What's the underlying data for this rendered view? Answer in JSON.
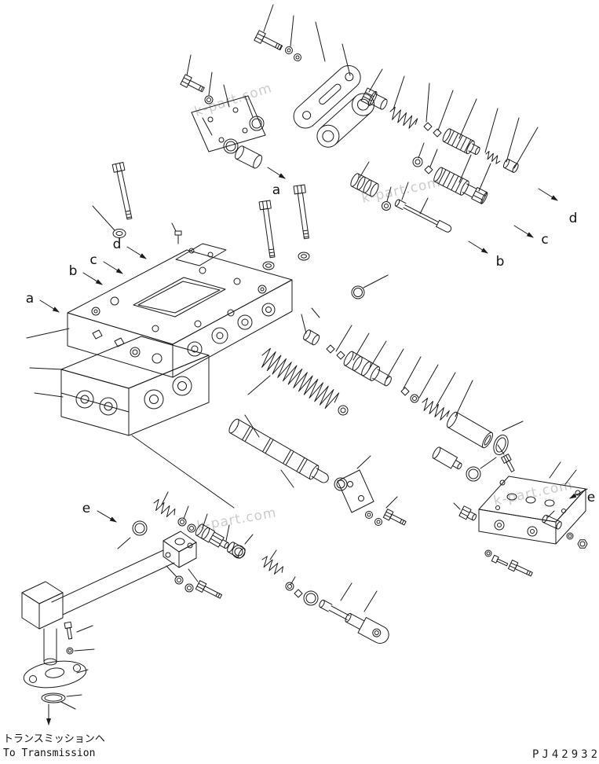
{
  "diagram": {
    "part_code": "PJ42932",
    "caption_jp": "トランスミッションヘ",
    "caption_en": "To Transmission",
    "watermark": "k-part.com",
    "labels": {
      "a_top": "a",
      "a_left": "a",
      "b_left": "b",
      "b_right": "b",
      "c_left": "c",
      "c_right": "c",
      "d_left": "d",
      "d_right": "d",
      "e_left": "e",
      "e_right": "e"
    },
    "colors": {
      "line": "#1b1b1b",
      "watermark": "#c3c3c3",
      "background": "#ffffff"
    }
  }
}
